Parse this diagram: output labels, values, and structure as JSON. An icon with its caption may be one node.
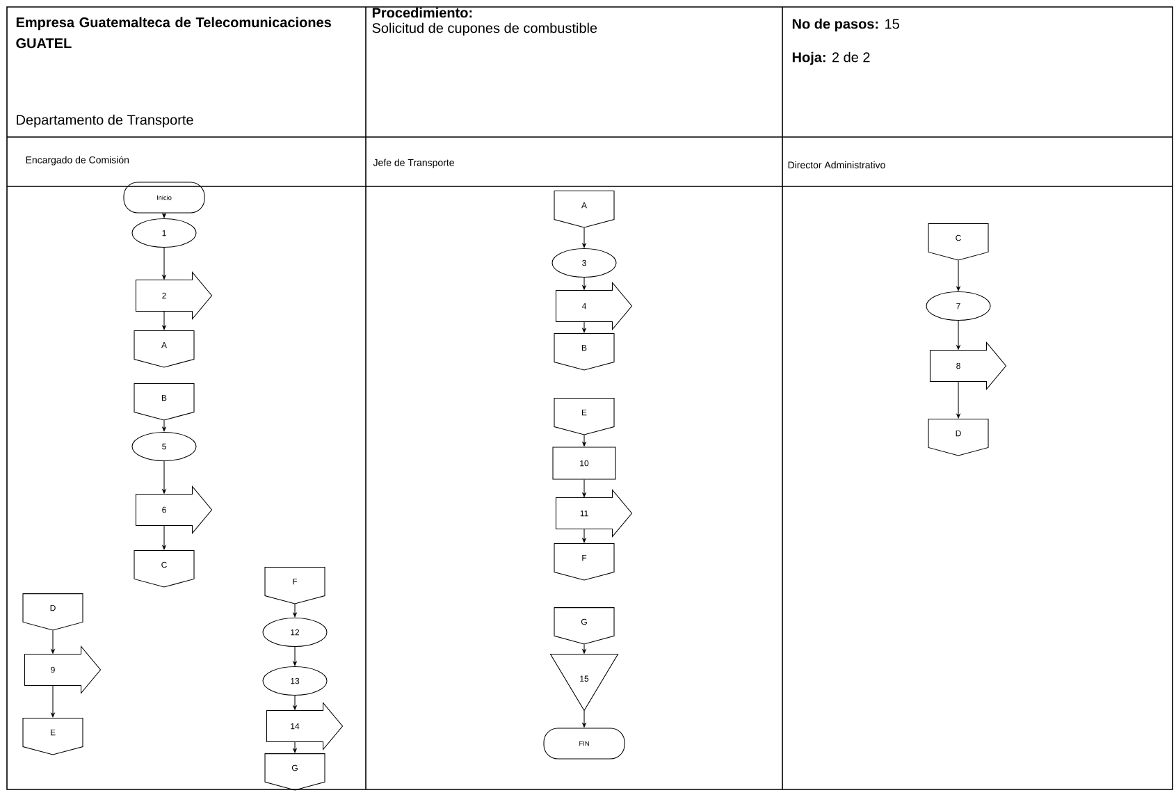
{
  "diagram": {
    "nodes": [
      {
        "text": [
          "Inicio"
        ]
      },
      {
        "text": [
          "1"
        ]
      },
      {
        "text": [
          "2"
        ]
      },
      {
        "text": [
          "A"
        ]
      },
      {
        "text": [
          "B"
        ]
      },
      {
        "text": [
          "5"
        ]
      },
      {
        "text": [
          "6"
        ]
      },
      {
        "text": [
          "C"
        ]
      },
      {
        "text": [
          "D"
        ]
      },
      {
        "text": [
          "9"
        ]
      },
      {
        "text": [
          "E"
        ]
      },
      {
        "text": [
          "F"
        ]
      },
      {
        "text": [
          "12"
        ]
      },
      {
        "text": [
          "13"
        ]
      },
      {
        "text": [
          "14"
        ]
      },
      {
        "text": [
          "G"
        ]
      },
      {
        "text": [
          "A"
        ]
      },
      {
        "text": [
          "3"
        ]
      },
      {
        "text": [
          "4"
        ]
      },
      {
        "text": [
          "B"
        ]
      },
      {
        "text": [
          "E"
        ]
      },
      {
        "text": [
          "10"
        ]
      },
      {
        "text": [
          "11"
        ]
      },
      {
        "text": [
          "F"
        ]
      },
      {
        "text": [
          "G"
        ]
      },
      {
        "text": [
          "15"
        ]
      },
      {
        "text": [
          "FIN"
        ]
      },
      {
        "text": [
          "C"
        ]
      },
      {
        "text": [
          "7"
        ]
      },
      {
        "text": [
          "8"
        ]
      },
      {
        "text": [
          "D"
        ]
      }
    ],
    "edges": [
      {
        "from": 0,
        "to": 1,
        "arrow": "to"
      },
      {
        "from": 1,
        "to": 2,
        "arrow": "to"
      },
      {
        "from": 2,
        "to": 3,
        "arrow": "to"
      },
      {
        "from": 4,
        "to": 5,
        "arrow": "to"
      },
      {
        "from": 5,
        "to": 6,
        "arrow": "to"
      },
      {
        "from": 6,
        "to": 7,
        "arrow": "to"
      },
      {
        "from": 8,
        "to": 9,
        "arrow": "to"
      },
      {
        "from": 9,
        "to": 10,
        "arrow": "to"
      },
      {
        "from": 11,
        "to": 12,
        "arrow": "to"
      },
      {
        "from": 12,
        "to": 13,
        "arrow": "to"
      },
      {
        "from": 13,
        "to": 14,
        "arrow": "to"
      },
      {
        "from": 14,
        "to": 15,
        "arrow": "to"
      },
      {
        "from": 16,
        "to": 17,
        "arrow": "to"
      },
      {
        "from": 17,
        "to": 18,
        "arrow": "to"
      },
      {
        "from": 18,
        "to": 19,
        "arrow": "to"
      },
      {
        "from": 20,
        "to": 21,
        "arrow": "to"
      },
      {
        "from": 21,
        "to": 22,
        "arrow": "to"
      },
      {
        "from": 22,
        "to": 23,
        "arrow": "to"
      },
      {
        "from": 24,
        "to": 25,
        "arrow": "to"
      },
      {
        "from": 25,
        "to": 26,
        "arrow": "to"
      },
      {
        "from": 27,
        "to": 28,
        "arrow": "to"
      },
      {
        "from": 28,
        "to": 29,
        "arrow": "to"
      },
      {
        "from": 29,
        "to": 30,
        "arrow": "to"
      }
    ],
    "labels": [
      "Empresa Guatemalteca de Telecomunicaciones GUATEL",
      "Departamento de Transporte",
      "Procedimiento:",
      "Solicitud de cupones de combustible",
      "**No de pasos:** 15",
      "**Hoja:** 2 de 2",
      "Encargado de Comisión",
      "Jefe de Transporte",
      "Director Administrativo"
    ]
  }
}
